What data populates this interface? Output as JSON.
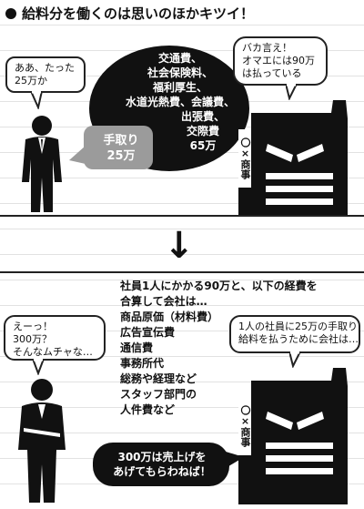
{
  "header": {
    "title": "給料分を働くのは思いのほかキツイ！"
  },
  "panel_top": {
    "employee_bubble": [
      "ああ、たった",
      "25万か"
    ],
    "boss_bubble": [
      "バカ言え！",
      "オマエには90万",
      "は払っている"
    ],
    "expenses": [
      "交通費、",
      "社会保険料、",
      "福利厚生、",
      "水道光熱費、会議費、",
      "出張費、",
      "交際費",
      "65万"
    ],
    "take_home": [
      "手取り",
      "25万"
    ],
    "company_name": "〇×商事",
    "boss_emblem": "“"
  },
  "panel_bottom": {
    "arrow": "↓",
    "employee_bubble": [
      "えーっ！",
      "300万？",
      "そんなムチャな…"
    ],
    "boss_bubble": [
      "1人の社員に25万の手取り",
      "給料を払うために会社は…"
    ],
    "explanation": [
      "社員1人にかかる90万と、以下の経費を",
      "合算して会社は…",
      "商品原価（材料費）",
      "広告宣伝費",
      "通信費",
      "事務所代",
      "総務や経理など",
      "スタッフ部門の",
      "人件費など"
    ],
    "sales_bubble": [
      "300万は売上げを",
      "あげてもらわねば！"
    ],
    "company_name": "〇×商事"
  }
}
